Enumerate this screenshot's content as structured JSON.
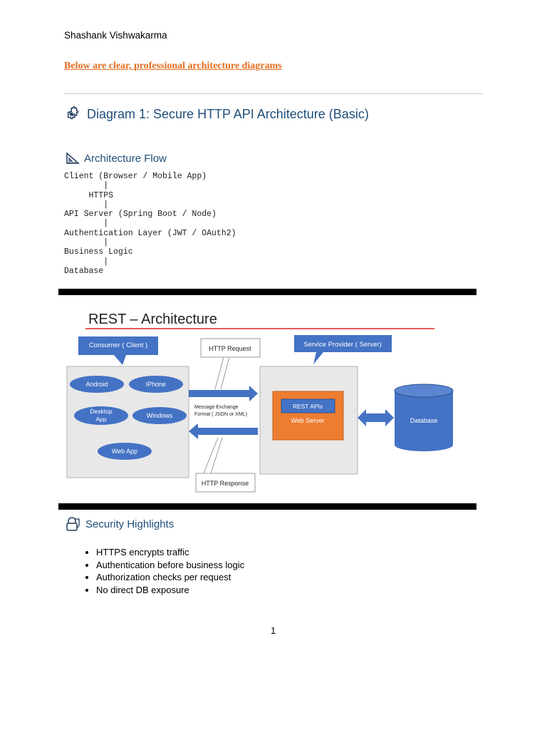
{
  "header": {
    "author": "Shashank Vishwakarma"
  },
  "intro": {
    "text": "Below are clear, professional architecture diagrams"
  },
  "diagram1": {
    "title": "Diagram 1: Secure HTTP API Architecture (Basic)"
  },
  "flow": {
    "heading": "Architecture Flow",
    "lines": [
      "Client (Browser / Mobile App)",
      "        |",
      "     HTTPS",
      "        |",
      "API Server (Spring Boot / Node)",
      "        |",
      "Authentication Layer (JWT / OAuth2)",
      "        |",
      "Business Logic",
      "        |",
      "Database"
    ]
  },
  "figure": {
    "title": "REST – Architecture",
    "consumer_label": "Consumer ( Client )",
    "provider_label": "Service Provider ( Server)",
    "http_request": "HTTP Request",
    "http_response": "HTTP Response",
    "clients": [
      "Android",
      "iPhone",
      "Desktop App",
      "Windows",
      "Web App"
    ],
    "message_format_line1": "Message Exchange",
    "message_format_line2": "Format ( JSON or XML)",
    "rest_apis": "REST APIs",
    "web_server": "Web Server",
    "database": "Database",
    "colors": {
      "blue": "#4472c4",
      "orange": "#ed7d31",
      "panel": "#e8e8e8",
      "red": "#e02020"
    }
  },
  "security": {
    "heading": "Security Highlights",
    "items": [
      "HTTPS encrypts traffic",
      "Authentication before business logic",
      "Authorization checks per request",
      "No direct DB exposure"
    ]
  },
  "footer": {
    "page_number": "1"
  }
}
